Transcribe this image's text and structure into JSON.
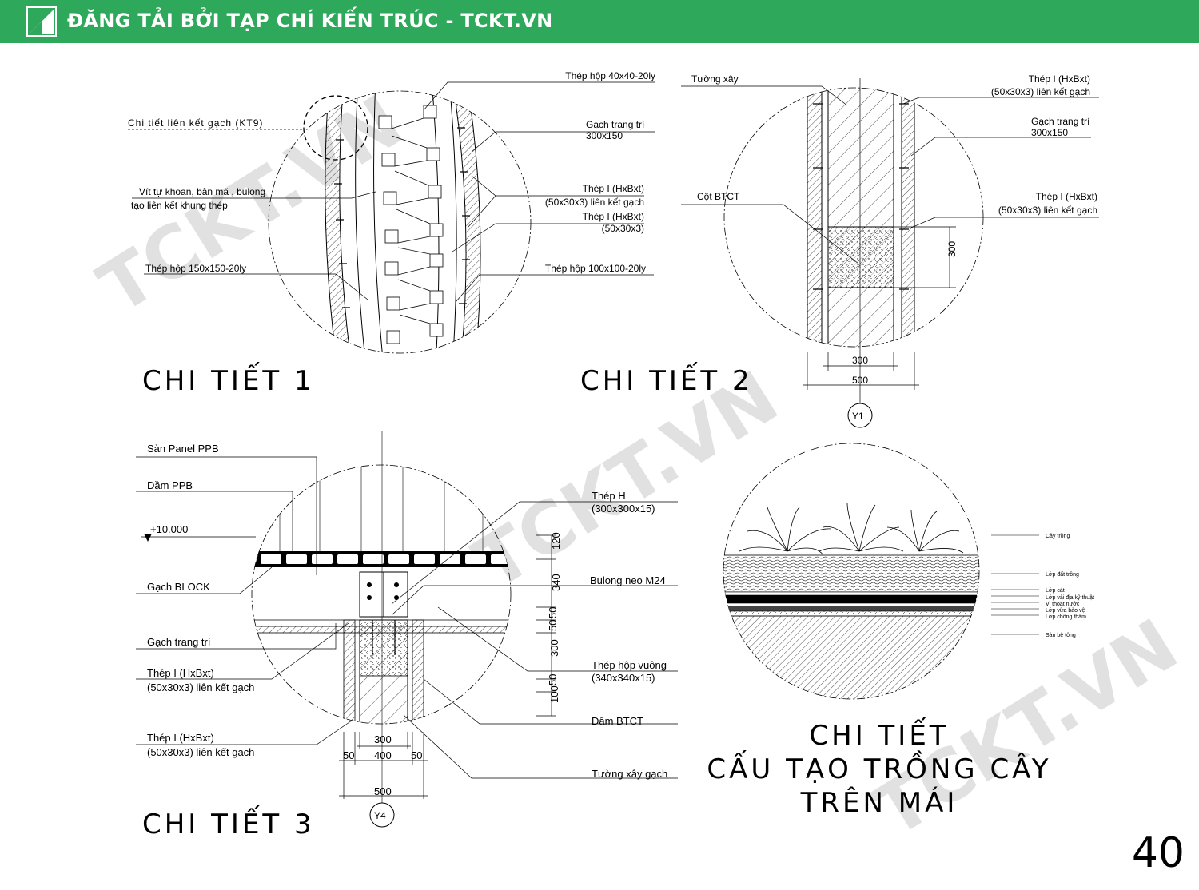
{
  "header": {
    "title": "ĐĂNG TẢI BỞI TẠP CHÍ KIẾN TRÚC - TCKT.VN",
    "brand_color": "#2ea85a"
  },
  "watermark": "TCKT.VN",
  "page_number": "40",
  "detail1": {
    "caption": "CHI TIẾT 1",
    "labels": {
      "kt9": "Chi tiết liên kết gạch (KT9)",
      "screw1": "Vít tự khoan, bản mã , bulong",
      "screw2": "tạo liên kết khung thép",
      "box150": "Thép hộp 150x150-20ly",
      "box40": "Thép hộp 40x40-20ly",
      "tile1": "Gạch trang trí",
      "tile2": "300x150",
      "ibeam1a": "Thép I (HxBxt)",
      "ibeam1b": "(50x30x3) liên kết gạch",
      "ibeam2a": "Thép I (HxBxt)",
      "ibeam2b": "(50x30x3)",
      "box100": "Thép hộp 100x100-20ly"
    }
  },
  "detail2": {
    "caption": "CHI TIẾT 2",
    "labels": {
      "wall": "Tường xây",
      "column": "Cột BTCT",
      "ibeamTopA": "Thép I (HxBxt)",
      "ibeamTopB": "(50x30x3) liên kết gạch",
      "tile1": "Gạch trang trí",
      "tile2": "300x150",
      "ibeamBotA": "Thép I (HxBxt)",
      "ibeamBotB": "(50x30x3) liên kết gạch",
      "dim300v": "300",
      "dim300": "300",
      "dim500": "500",
      "axis": "Y1"
    }
  },
  "detail3": {
    "caption": "CHI TIẾT 3",
    "labels": {
      "panel": "Sàn Panel PPB",
      "beam": "Dầm PPB",
      "level": "+10.000",
      "block": "Gạch BLOCK",
      "tile": "Gạch trang trí",
      "ibeam1a": "Thép I (HxBxt)",
      "ibeam1b": "(50x30x3) liên kết gạch",
      "ibeam2a": "Thép I (HxBxt)",
      "ibeam2b": "(50x30x3) liên kết gạch",
      "hsteel1": "Thép H",
      "hsteel2": "(300x300x15)",
      "bolt": "Bulong neo M24",
      "sqbox1": "Thép hộp vuông",
      "sqbox2": "(340x340x15)",
      "rcbeam": "Dầm BTCT",
      "brickwall": "Tường xây gạch",
      "dims_v": [
        "120",
        "340",
        "50",
        "50",
        "300",
        "50",
        "100"
      ],
      "dim300": "300",
      "dim400": "400",
      "dim50a": "50",
      "dim50b": "50",
      "dim500": "500",
      "axis": "Y4"
    }
  },
  "detail4": {
    "caption_line1": "CHI TIẾT",
    "caption_line2": "CẤU TẠO TRỒNG CÂY",
    "caption_line3": "TRÊN MÁI",
    "layers": [
      "Cây trồng",
      "Lớp đất trồng",
      "Lớp cát",
      "Lớp vải địa kỹ thuật",
      "Vỉ thoát nước",
      "Lớp vữa bảo vệ",
      "Lớp chống thấm",
      "Sàn bê tông"
    ]
  }
}
